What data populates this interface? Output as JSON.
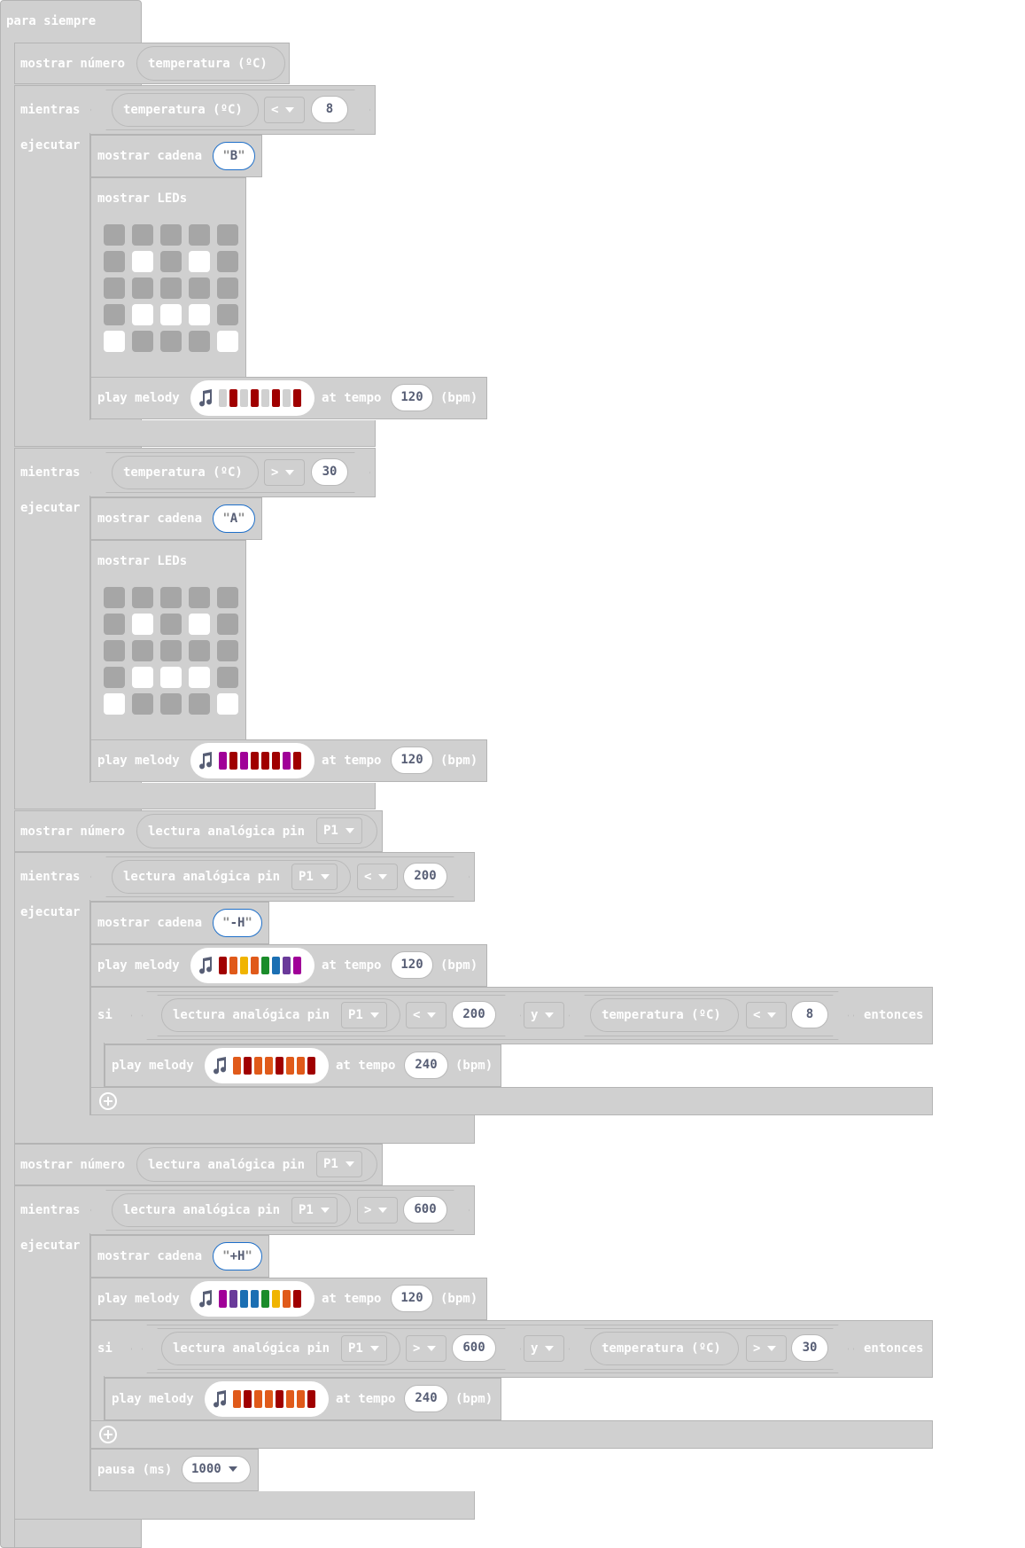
{
  "labels": {
    "forever": "para siempre",
    "show_number": "mostrar número",
    "show_string": "mostrar cadena",
    "show_leds": "mostrar LEDs",
    "while": "mientras",
    "do": "ejecutar",
    "if": "si",
    "then": "entonces",
    "play_melody": "play melody",
    "at_tempo": "at tempo",
    "bpm": "(bpm)",
    "temperature": "temperatura (ºC)",
    "analog_read": "lectura analógica pin",
    "and": "y",
    "pause": "pausa (ms)"
  },
  "pins": {
    "p1": "P1"
  },
  "ops": {
    "lt": "<",
    "gt": ">"
  },
  "values": {
    "temp_low": "8",
    "temp_high": "30",
    "light_low": "200",
    "light_high": "600",
    "tempo_normal": "120",
    "tempo_fast": "240",
    "pause": "1000"
  },
  "strings": {
    "b": "B",
    "a": "A",
    "minus_h": "-H",
    "plus_h": "+H"
  },
  "led_pattern": [
    [
      0,
      0,
      0,
      0,
      0
    ],
    [
      0,
      1,
      0,
      1,
      0
    ],
    [
      0,
      0,
      0,
      0,
      0
    ],
    [
      0,
      1,
      1,
      1,
      0
    ],
    [
      1,
      0,
      0,
      0,
      1
    ]
  ],
  "melodies": {
    "m1": [
      "#d0d0d0",
      "#a00000",
      "#d0d0d0",
      "#a00000",
      "#d0d0d0",
      "#a00000",
      "#d0d0d0",
      "#a00000"
    ],
    "m2": [
      "#a00098",
      "#a00000",
      "#a00098",
      "#a00000",
      "#a00000",
      "#a00000",
      "#a00098",
      "#a00000"
    ],
    "m3": [
      "#a00000",
      "#e05a1a",
      "#f0b400",
      "#e05a1a",
      "#1a8c2a",
      "#1b6fb3",
      "#6a3a9a",
      "#a00098"
    ],
    "m4": [
      "#e05a1a",
      "#a00000",
      "#e05a1a",
      "#e05a1a",
      "#a00000",
      "#e05a1a",
      "#e05a1a",
      "#a00000"
    ],
    "m5": [
      "#a00098",
      "#6a3a9a",
      "#1b6fb3",
      "#1b6fb3",
      "#1a8c2a",
      "#f0b400",
      "#e05a1a",
      "#a00000"
    ]
  }
}
